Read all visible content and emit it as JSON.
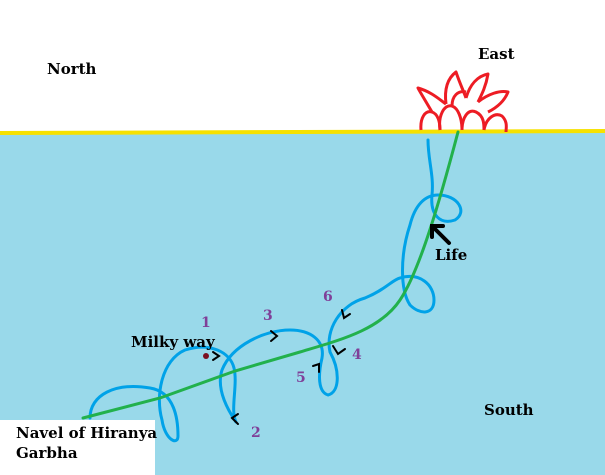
{
  "labels": {
    "north": "North",
    "east": "East",
    "south": "South",
    "life": "Life",
    "milky_way": "Milky way",
    "navel_line1": "Navel of Hiranya",
    "navel_line2": "Garbha"
  },
  "loop_numbers": [
    "1",
    "2",
    "3",
    "4",
    "5",
    "6"
  ],
  "colors": {
    "sky": "#ffffff",
    "water": "#99d9ea",
    "horizon": "#f6e100",
    "stem": "#22b14c",
    "loops": "#00a2e8",
    "lotus": "#ed1c24",
    "numbers": "#7f3f98",
    "arrows": "#000000"
  },
  "icons": [
    "lotus-icon",
    "life-arrow-icon",
    "direction-arrow-icon"
  ]
}
